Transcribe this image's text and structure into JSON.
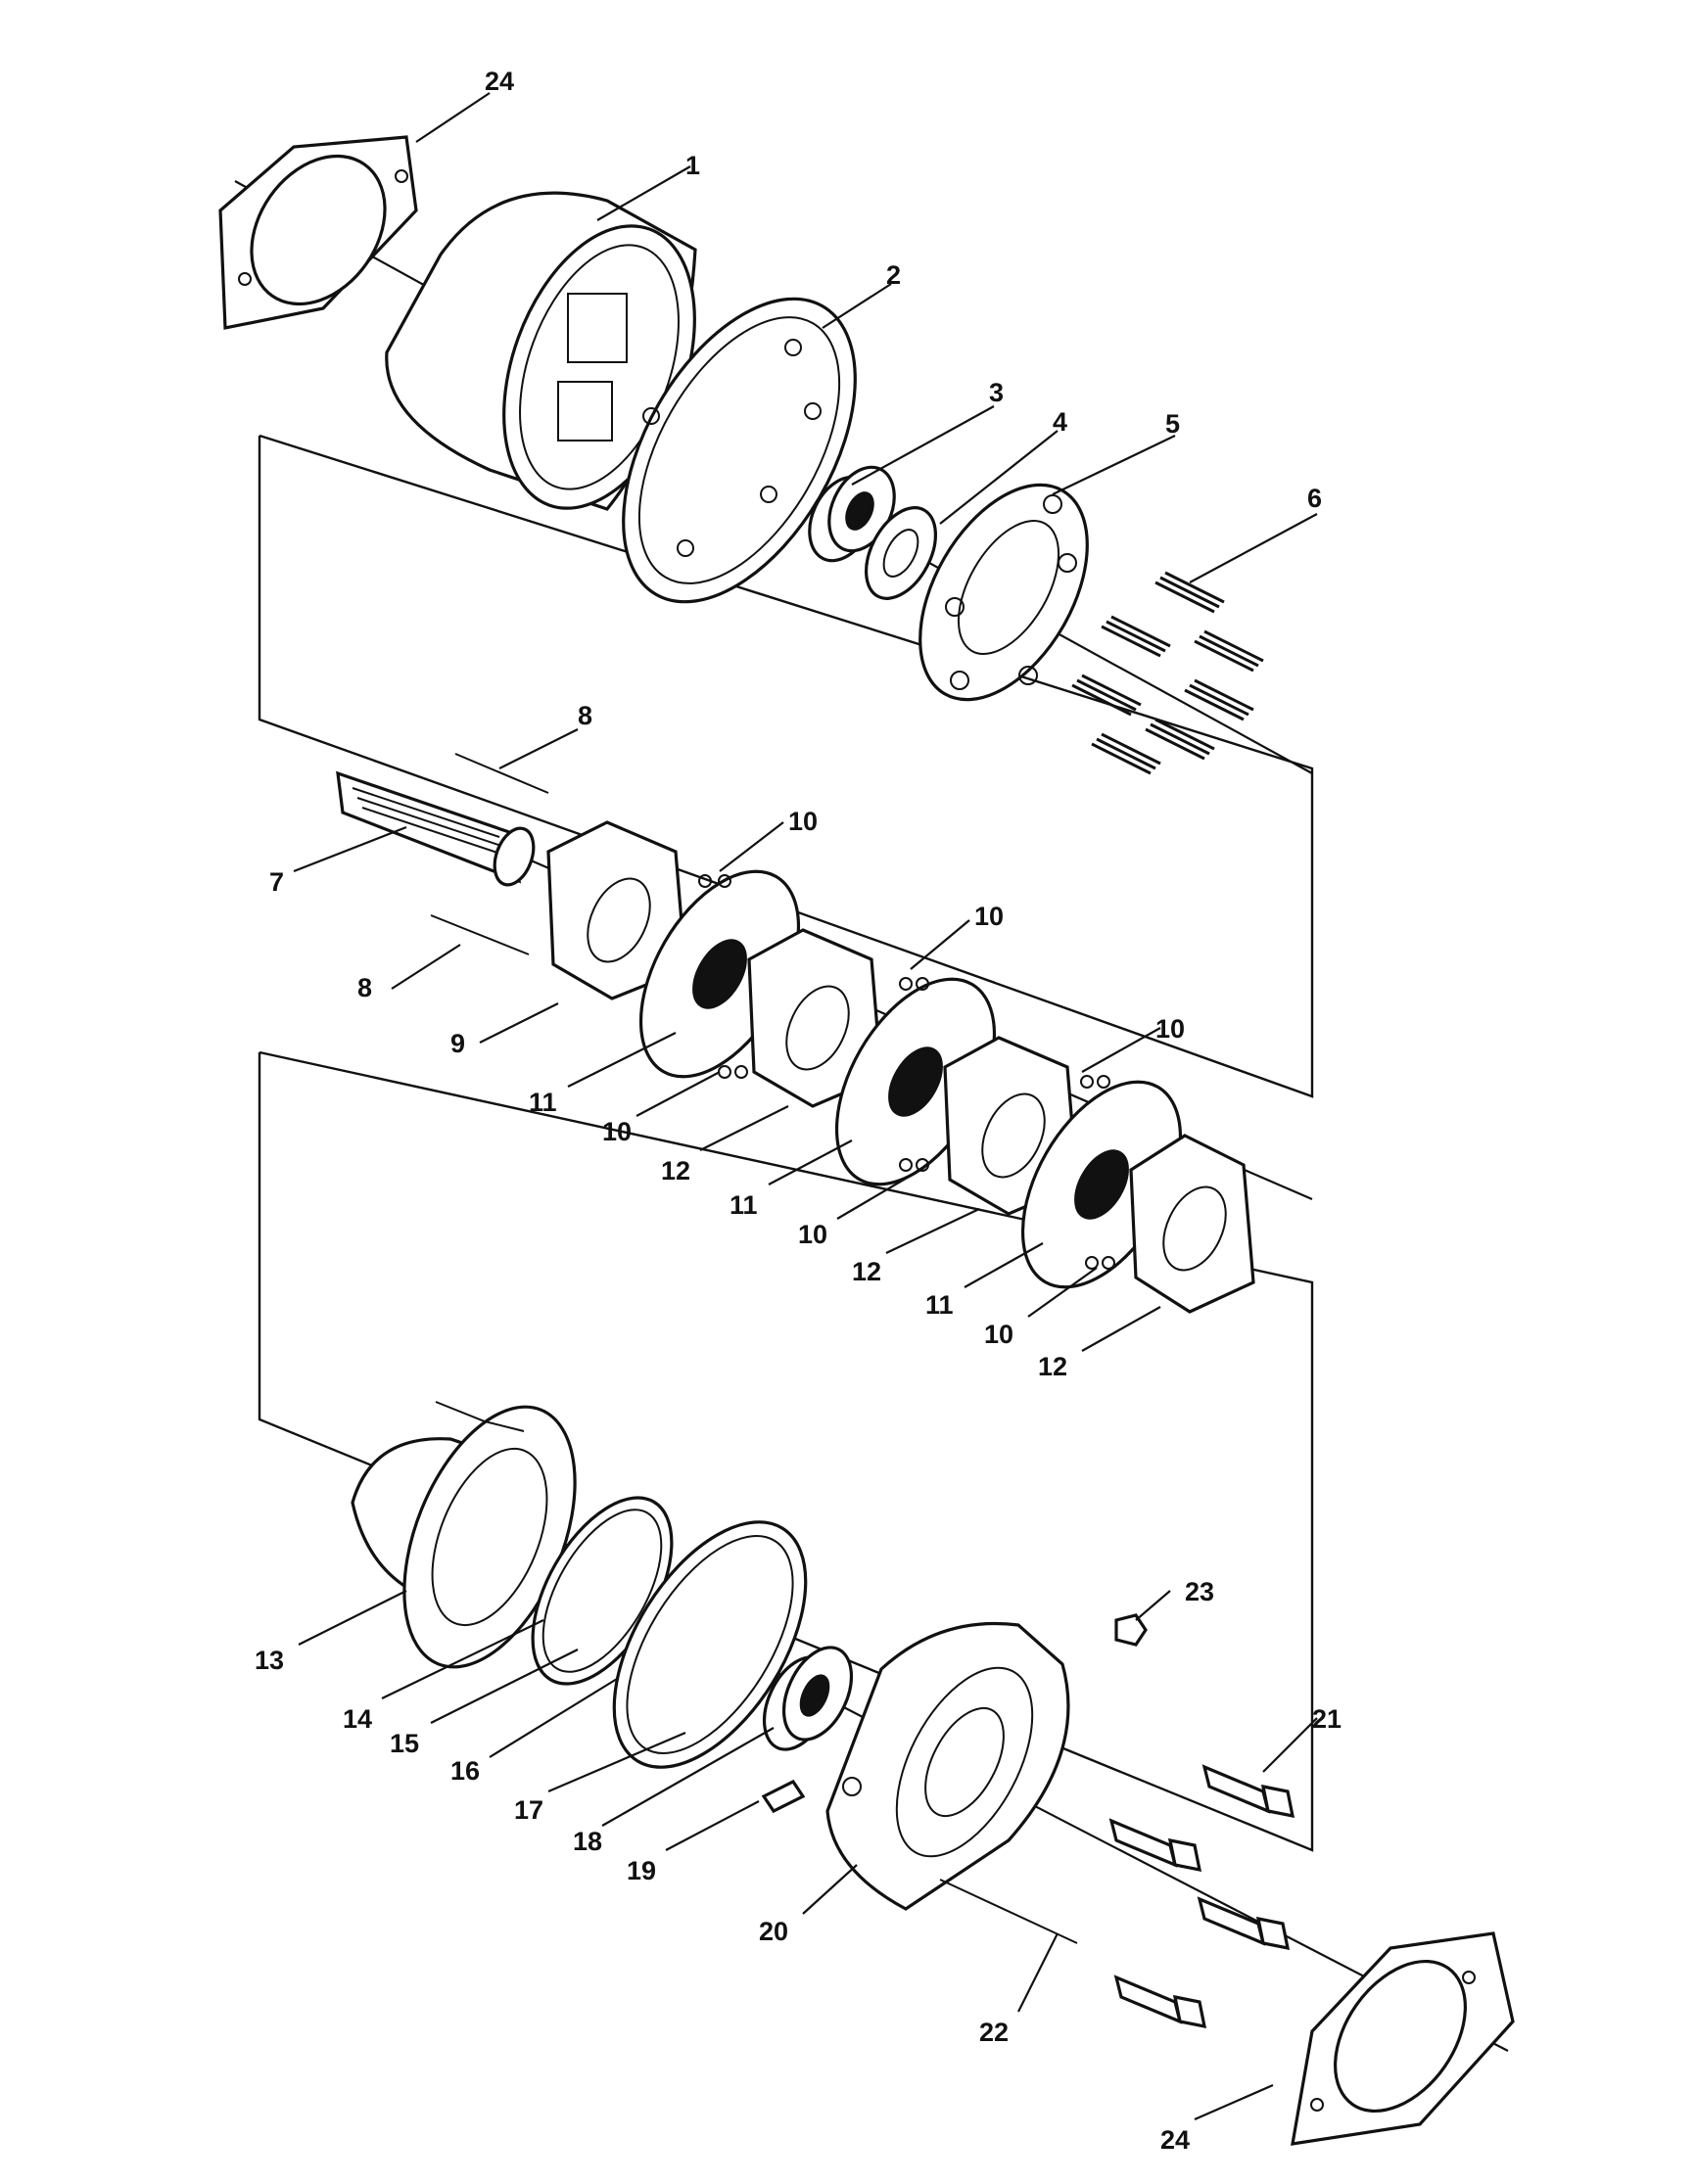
{
  "callouts": [
    {
      "label": "24"
    },
    {
      "label": "1"
    },
    {
      "label": "2"
    },
    {
      "label": "3"
    },
    {
      "label": "4"
    },
    {
      "label": "5"
    },
    {
      "label": "6"
    },
    {
      "label": "8"
    },
    {
      "label": "7"
    },
    {
      "label": "10"
    },
    {
      "label": "8"
    },
    {
      "label": "10"
    },
    {
      "label": "9"
    },
    {
      "label": "10"
    },
    {
      "label": "11"
    },
    {
      "label": "10"
    },
    {
      "label": "12"
    },
    {
      "label": "11"
    },
    {
      "label": "10"
    },
    {
      "label": "12"
    },
    {
      "label": "11"
    },
    {
      "label": "10"
    },
    {
      "label": "12"
    },
    {
      "label": "23"
    },
    {
      "label": "13"
    },
    {
      "label": "21"
    },
    {
      "label": "14"
    },
    {
      "label": "15"
    },
    {
      "label": "16"
    },
    {
      "label": "17"
    },
    {
      "label": "18"
    },
    {
      "label": "19"
    },
    {
      "label": "20"
    },
    {
      "label": "22"
    },
    {
      "label": "24"
    }
  ]
}
